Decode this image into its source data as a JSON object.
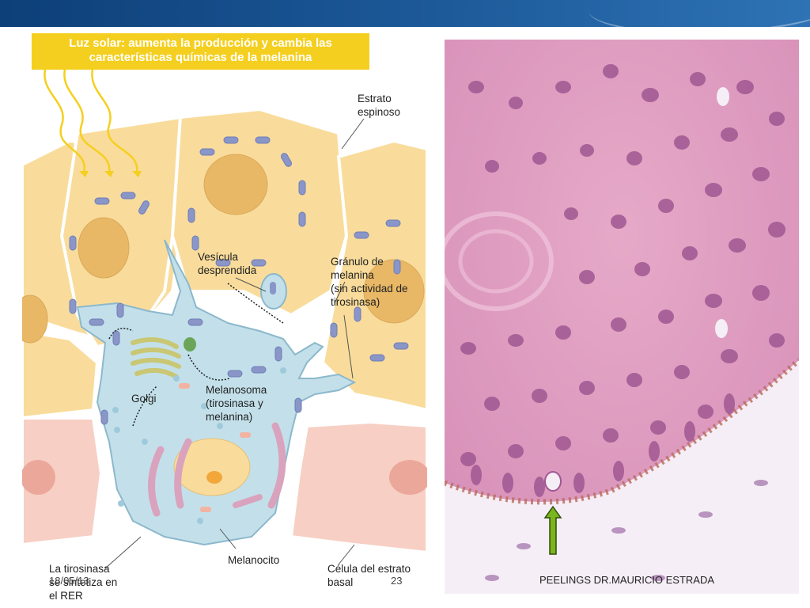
{
  "banner": {
    "line1": "Luz solar: aumenta la producción y cambia las",
    "line2": "características químicas de la melanina"
  },
  "labels": {
    "estrato1": "Estrato",
    "estrato2": "espinoso",
    "vesicula1": "Vesícula",
    "vesicula2": "desprendida",
    "granulo1": "Gránulo de",
    "granulo2": "melanina",
    "granulo3": "(sin actividad de",
    "granulo4": "tirosinasa)",
    "golgi": "Golgi",
    "melanosoma1": "Melanosoma",
    "melanosoma2": "(tirosinasa y",
    "melanosoma3": "melanina)",
    "melanocito": "Melanocito",
    "tirosinasa1": "La tirosinasa",
    "tirosinasa2": "se sintetiza en",
    "tirosinasa3": "el RER",
    "celula1": "Célula del estrato",
    "celula2": "basal"
  },
  "footer": {
    "date": "18/05/13",
    "page": "23",
    "author": "PEELINGS  DR.MAURICIO ESTRADA"
  },
  "colors": {
    "banner": "#f5cf1f",
    "cell": "#f9dc9b",
    "melanocyte": "#c3e0ea",
    "basal": "#f7cfc4",
    "arrow": "#7ab51d",
    "tissue": "#d98fb6"
  }
}
